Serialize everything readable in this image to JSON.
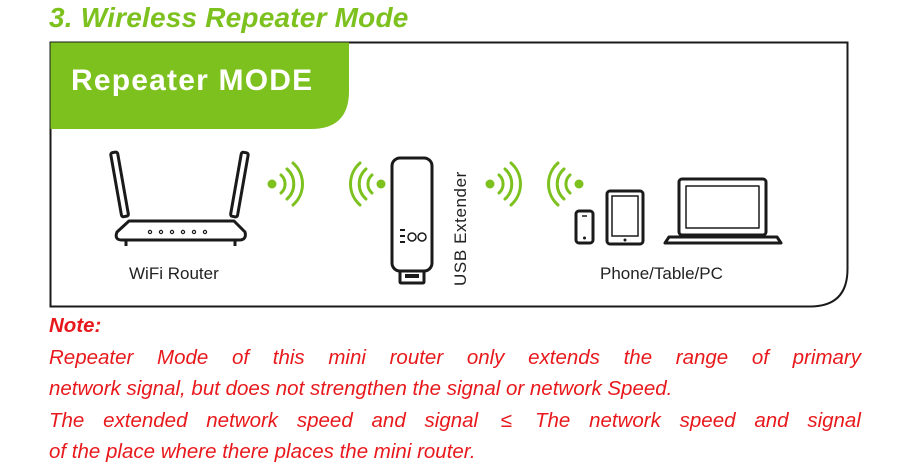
{
  "heading": "3. Wireless Repeater Mode",
  "diagram": {
    "mode_label": "Repeater MODE",
    "router_label": "WiFi Router",
    "extender_label": "USB Extender",
    "clients_label": "Phone/Table/PC",
    "icons": [
      "wifi-router-icon",
      "usb-extender-icon",
      "phone-icon",
      "tablet-icon",
      "laptop-icon",
      "wifi-signal-icon"
    ],
    "colors": {
      "accent": "#7dc11f",
      "border": "#1a1a1a",
      "device": "#1a1a1a"
    }
  },
  "note": {
    "title": "Note:",
    "line1": [
      "Repeater",
      "Mode",
      "of",
      "this",
      "mini",
      "router",
      "only",
      "extends",
      "the",
      "range",
      "of",
      "primary"
    ],
    "line2": "network signal, but does not strengthen the signal or network Speed.",
    "line3_before": [
      "The",
      "extended",
      "network",
      "speed",
      "and",
      "signal"
    ],
    "line3_symbol": "≤",
    "line3_after": [
      "The",
      "network",
      "speed",
      "and",
      "signal"
    ],
    "line4": "of the place where there places the mini router.",
    "color": "#e8191c"
  }
}
